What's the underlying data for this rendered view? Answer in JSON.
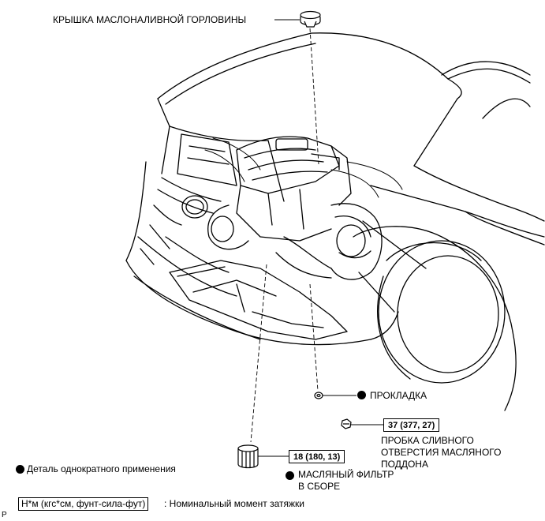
{
  "labels": {
    "filler_cap": "КРЫШКА МАСЛОНАЛИВНОЙ ГОРЛОВИНЫ",
    "gasket": "ПРОКЛАДКА",
    "drain_plug": "ПРОБКА СЛИВНОГО ОТВЕРСТИЯ МАСЛЯНОГО ПОДДОНА",
    "oil_filter": "МАСЛЯНЫЙ ФИЛЬТР В СБОРЕ"
  },
  "torque": {
    "drain_plug": "37 (377, 27)",
    "oil_filter": "18 (180, 13)"
  },
  "legend": {
    "non_reusable": "Деталь однократного применения",
    "torque_units": "Н*м (кгс*см, фунт-сила-фут)",
    "torque_desc": ": Номинальный момент затяжки"
  },
  "corner_mark": "P"
}
